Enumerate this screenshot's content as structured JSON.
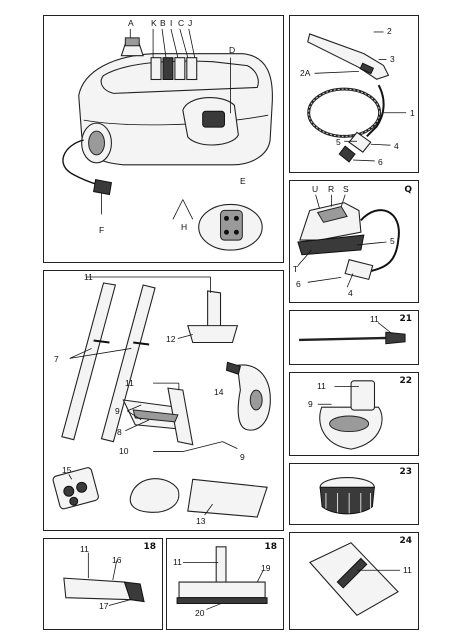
{
  "main_unit": {
    "labels": {
      "a": "A",
      "k": "K",
      "b": "B",
      "i": "I",
      "c": "C",
      "j": "J",
      "d": "D",
      "e": "E",
      "f": "F",
      "h": "H"
    }
  },
  "hose": {
    "labels": {
      "n2": "2",
      "n3": "3",
      "n2a": "2A",
      "n1": "1",
      "n5": "5",
      "n4": "4",
      "n6": "6"
    }
  },
  "iron": {
    "number": "Q",
    "labels": {
      "u": "U",
      "r": "R",
      "s": "S",
      "t": "T",
      "n5": "5",
      "n6": "6",
      "n4": "4"
    }
  },
  "accessories": {
    "labels": {
      "n11": "11",
      "n7": "7",
      "n12": "12",
      "n11b": "11",
      "n14": "14",
      "n9": "9",
      "n8": "8",
      "n10": "10",
      "n9b": "9",
      "n15": "15",
      "n13": "13"
    }
  },
  "panel_21": {
    "number": "21",
    "labels": {
      "n11": "11"
    }
  },
  "panel_22": {
    "number": "22",
    "labels": {
      "n11": "11",
      "n9": "9"
    }
  },
  "panel_23": {
    "number": "23"
  },
  "panel_24": {
    "number": "24",
    "labels": {
      "n11": "11"
    }
  },
  "panel_18a": {
    "number": "18",
    "labels": {
      "n11": "11",
      "n16": "16",
      "n17": "17"
    }
  },
  "panel_18b": {
    "number": "18",
    "labels": {
      "n11": "11",
      "n19": "19",
      "n20": "20"
    }
  }
}
